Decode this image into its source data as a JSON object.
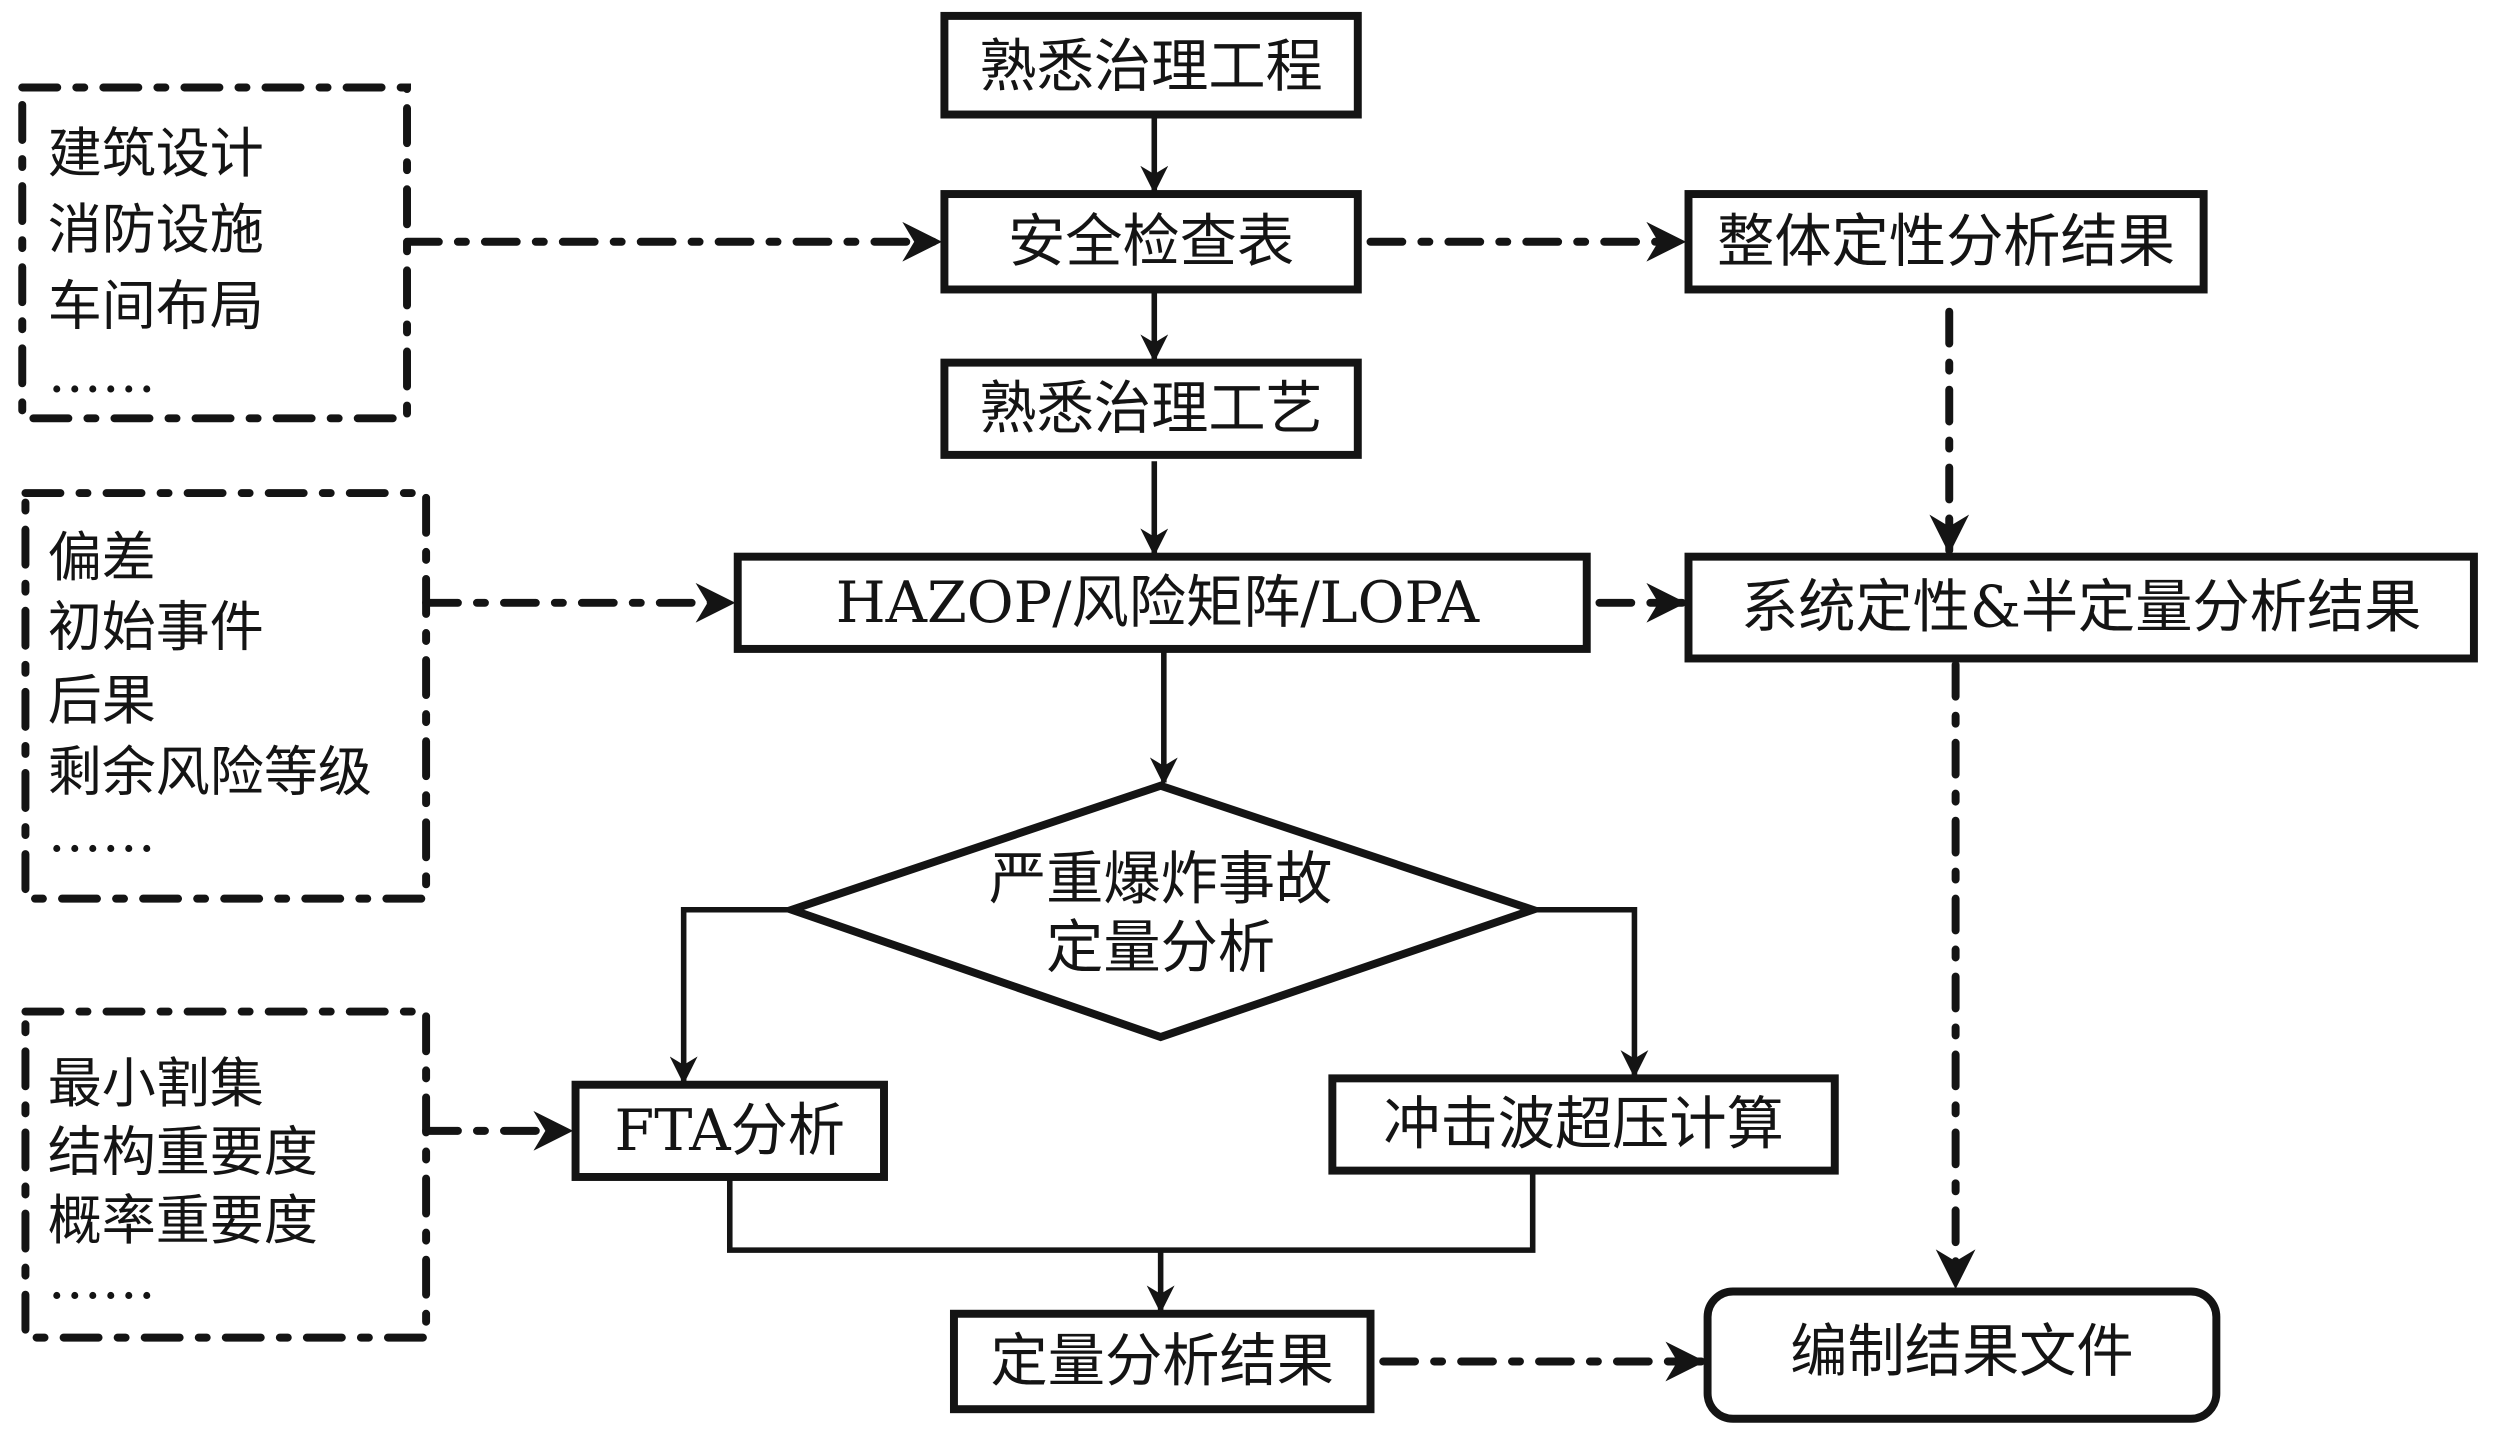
{
  "main_flow": {
    "familiarize_project": "熟悉治理工程",
    "safety_checklist": "安全检查表",
    "familiarize_process": "熟悉治理工艺",
    "hazop": "HAZOP/风险矩阵/LOPA",
    "decision_line1": "严重爆炸事故",
    "decision_line2": "定量分析",
    "fta": "FTA分析",
    "shockwave": "冲击波超压计算",
    "quant_result": "定量分析结果"
  },
  "results": {
    "overall_qualitative": "整体定性分析结果",
    "system_semi_quant": "系统定性&半定量分析结果",
    "compile_report": "编制结果文件"
  },
  "inputs": {
    "checklist_inputs": [
      "建筑设计",
      "消防设施",
      "车间布局",
      "……"
    ],
    "hazop_inputs": [
      "偏差",
      "初始事件",
      "后果",
      "剩余风险等级",
      "……"
    ],
    "fta_inputs": [
      "最小割集",
      "结构重要度",
      "概率重要度",
      "……"
    ]
  },
  "colors": {
    "stroke": "#141414",
    "background": "#ffffff"
  }
}
